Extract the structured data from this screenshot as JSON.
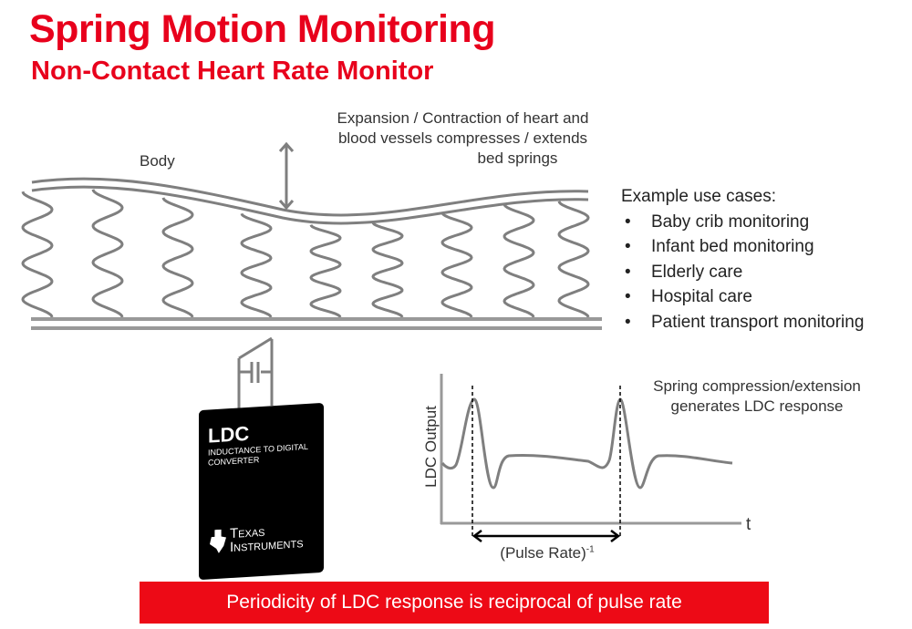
{
  "title": "Spring Motion Monitoring",
  "subtitle": "Non-Contact Heart Rate Monitor",
  "diagram": {
    "body_label": "Body",
    "expansion_note_line1": "Expansion / Contraction of heart and",
    "expansion_note_line2": "blood vessels  compresses / extends",
    "expansion_note_line3": "bed springs",
    "chip": {
      "name": "LDC",
      "description": "INDUCTANCE TO DIGITAL CONVERTER",
      "brand_line1": "Texas",
      "brand_line2": "Instruments"
    }
  },
  "use_cases": {
    "heading": "Example use cases:",
    "items": [
      "Baby crib monitoring",
      "Infant bed monitoring",
      "Elderly care",
      "Hospital care",
      "Patient transport monitoring"
    ]
  },
  "graph": {
    "note_line1": "Spring compression/extension",
    "note_line2": "generates LDC response",
    "ylabel": "LDC Output",
    "xlabel": "t",
    "period_label": "(Pulse Rate)",
    "period_exponent": "-1"
  },
  "banner": "Periodicity of LDC response is reciprocal of pulse rate",
  "colors": {
    "accent": "#e8001c",
    "line": "#7f7f7f"
  }
}
